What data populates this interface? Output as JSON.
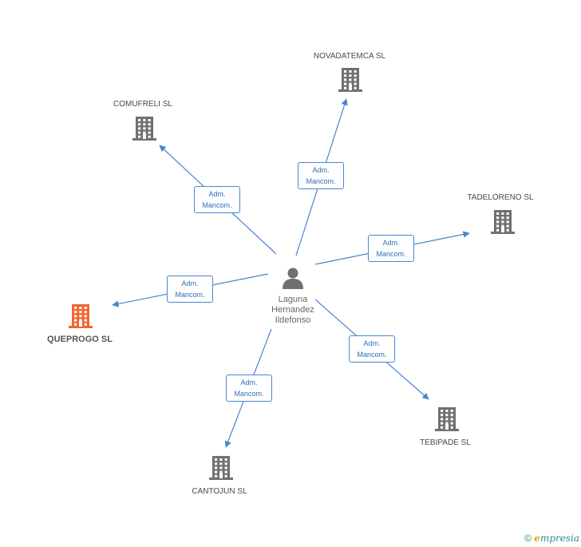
{
  "person": {
    "line1": "Laguna",
    "line2": "Hernandez",
    "line3": "Ildefonso"
  },
  "relation": {
    "line1": "Adm.",
    "line2": "Mancom."
  },
  "companies": [
    {
      "id": "novadatemca",
      "name": "NOVADATEMCA SL",
      "focus": false
    },
    {
      "id": "comufreli",
      "name": "COMUFRELI SL",
      "focus": false
    },
    {
      "id": "tadeloreno",
      "name": "TADELORENO SL",
      "focus": false
    },
    {
      "id": "queprogo",
      "name": "QUEPROGO SL",
      "focus": true
    },
    {
      "id": "tebipade",
      "name": "TEBIPADE SL",
      "focus": false
    },
    {
      "id": "cantojun",
      "name": "CANTOJUN SL",
      "focus": false
    }
  ],
  "colors": {
    "edge": "#4a86d0",
    "building": "#707070",
    "focus_building": "#f26430",
    "person": "#707070"
  },
  "footer": {
    "copyright": "©",
    "brand_initial": "e",
    "brand_rest": "mpresia"
  }
}
